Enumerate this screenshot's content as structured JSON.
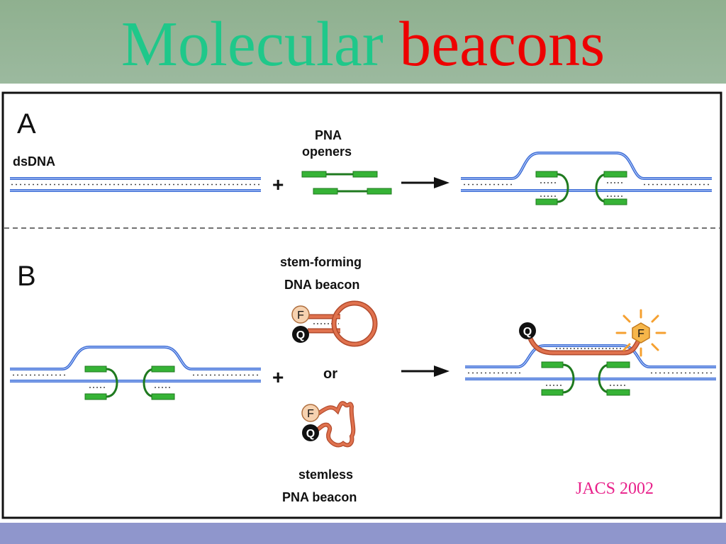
{
  "title": {
    "word1": "Molecular",
    "word2": "beacons"
  },
  "panels": {
    "a": {
      "letter": "A",
      "dsdna_label": "dsDNA",
      "openers_label_line1": "PNA",
      "openers_label_line2": "openers",
      "plus": "+"
    },
    "b": {
      "letter": "B",
      "plus": "+",
      "stem_label_line1": "stem-forming",
      "stem_label_line2": "DNA beacon",
      "or_label": "or",
      "stemless_label_line1": "stemless",
      "stemless_label_line2": "PNA beacon",
      "fluorophore": "F",
      "quencher": "Q"
    }
  },
  "citation": "JACS 2002",
  "colors": {
    "title_green": "#1fc88a",
    "title_red": "#ee0000",
    "dna_blue": "#3f6fd6",
    "pna_green": "#2f9a2f",
    "beacon_orange": "#e0724e",
    "citation_pink": "#e8208a"
  }
}
